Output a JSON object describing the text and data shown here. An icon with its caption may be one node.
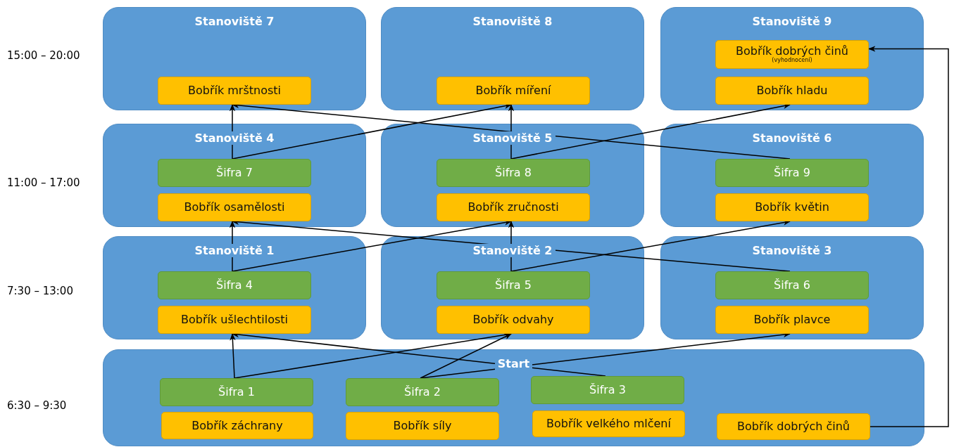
{
  "diagram": {
    "nodes": [
      {
        "text": [
          "Stanoviště 7"
        ]
      },
      {
        "text": [
          "Bobřík mrštnosti"
        ],
        "in": 0
      },
      {
        "text": [
          "Stanoviště 8"
        ]
      },
      {
        "text": [
          "Bobřík míření"
        ],
        "in": 2
      },
      {
        "text": [
          "Stanoviště 9"
        ]
      },
      {
        "text": [
          "Bobřík dobrých činů",
          "(vyhodnocení)"
        ],
        "in": 4
      },
      {
        "text": [
          "Bobřík hladu"
        ],
        "in": 4
      },
      {
        "text": [
          "Stanoviště 4"
        ]
      },
      {
        "text": [
          "Šifra 7"
        ],
        "in": 7
      },
      {
        "text": [
          "Bobřík osamělosti"
        ],
        "in": 7
      },
      {
        "text": [
          "Stanoviště 5"
        ]
      },
      {
        "text": [
          "Šifra 8"
        ],
        "in": 10
      },
      {
        "text": [
          "Bobřík zručnosti"
        ],
        "in": 10
      },
      {
        "text": [
          "Stanoviště 6"
        ]
      },
      {
        "text": [
          "Šifra 9"
        ],
        "in": 13
      },
      {
        "text": [
          "Bobřík květin"
        ],
        "in": 13
      },
      {
        "text": [
          "Stanoviště 1"
        ]
      },
      {
        "text": [
          "Šifra 4"
        ],
        "in": 16
      },
      {
        "text": [
          "Bobřík ušlechtilosti"
        ],
        "in": 16
      },
      {
        "text": [
          "Stanoviště 2"
        ]
      },
      {
        "text": [
          "Šifra 5"
        ],
        "in": 19
      },
      {
        "text": [
          "Bobřík odvahy"
        ],
        "in": 19
      },
      {
        "text": [
          "Stanoviště 3"
        ]
      },
      {
        "text": [
          "Šifra 6"
        ],
        "in": 22
      },
      {
        "text": [
          "Bobřík plavce"
        ],
        "in": 22
      },
      {
        "text": [
          "Start"
        ]
      },
      {
        "text": [
          "Šifra 1"
        ],
        "in": 25
      },
      {
        "text": [
          "Šifra 2"
        ],
        "in": 25
      },
      {
        "text": [
          "Šifra 3"
        ],
        "in": 25
      },
      {
        "text": [
          "Bobřík záchrany"
        ],
        "in": 25
      },
      {
        "text": [
          "Bobřík síly"
        ],
        "in": 25
      },
      {
        "text": [
          "Bobřík velkého mlčení"
        ],
        "in": 25
      },
      {
        "text": [
          "Bobřík dobrých činů"
        ],
        "in": 25
      }
    ],
    "edges": [
      {
        "from": 26,
        "to": 18,
        "arrow": "to"
      },
      {
        "from": 26,
        "to": 21,
        "arrow": "to"
      },
      {
        "from": 27,
        "to": 21,
        "arrow": "to"
      },
      {
        "from": 27,
        "to": 24,
        "arrow": "to"
      },
      {
        "from": 28,
        "to": 18,
        "arrow": "to"
      },
      {
        "from": 17,
        "to": 9,
        "arrow": "to"
      },
      {
        "from": 17,
        "to": 12,
        "arrow": "to"
      },
      {
        "from": 20,
        "to": 12,
        "arrow": "to"
      },
      {
        "from": 20,
        "to": 15,
        "arrow": "to"
      },
      {
        "from": 23,
        "to": 9,
        "arrow": "to"
      },
      {
        "from": 8,
        "to": 1,
        "arrow": "to"
      },
      {
        "from": 8,
        "to": 3,
        "arrow": "to"
      },
      {
        "from": 11,
        "to": 3,
        "arrow": "to"
      },
      {
        "from": 11,
        "to": 6,
        "arrow": "to"
      },
      {
        "from": 14,
        "to": 1,
        "arrow": "to"
      },
      {
        "from": 32,
        "to": 5,
        "arrow": "to"
      }
    ],
    "labels": [
      "15:00 – 20:00",
      "11:00 – 17:00",
      "7:30 – 13:00",
      "6:30 – 9:30"
    ]
  }
}
